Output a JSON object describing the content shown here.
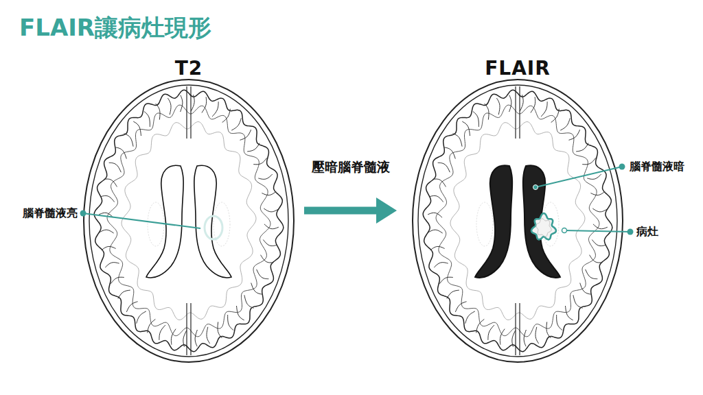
{
  "diagram": {
    "title": "FLAIR讓病灶現形",
    "nodes": [
      {
        "text": [
          "T2"
        ]
      },
      {
        "text": [
          "FLAIR"
        ]
      }
    ],
    "edges": [
      {
        "from": 0,
        "to": 1,
        "arrow": "to",
        "label": "壓暗腦脊髓液"
      }
    ],
    "labels": [
      "腦脊髓液亮",
      "腦脊髓液暗",
      "病灶"
    ]
  }
}
